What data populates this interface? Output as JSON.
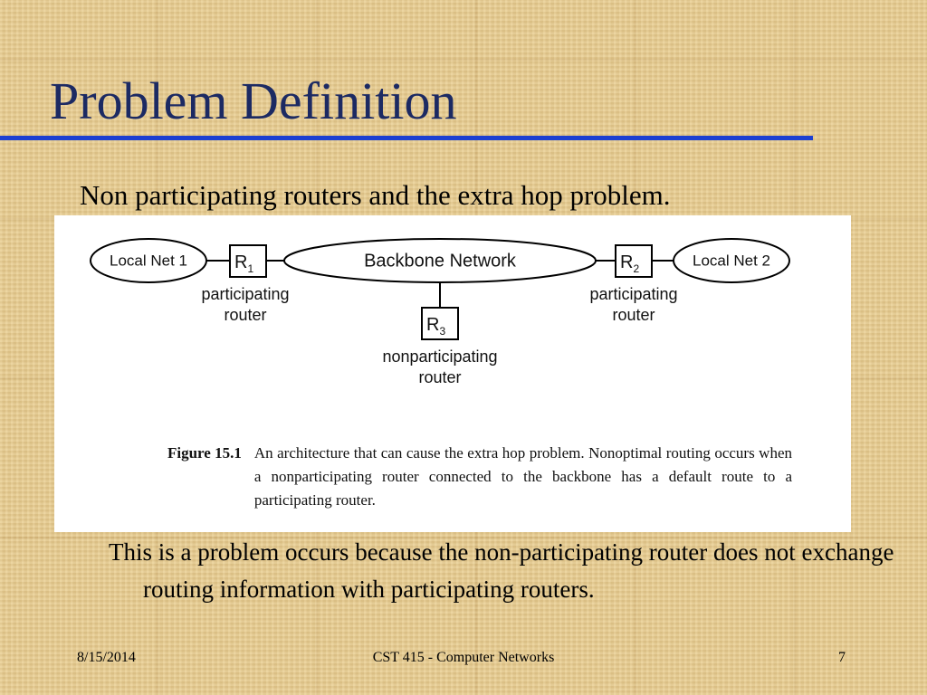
{
  "slide": {
    "title": "Problem Definition",
    "subheading": "Non participating routers and the extra hop problem.",
    "bullet": "This is a problem occurs because the non-participating router does not exchange routing information with participating routers."
  },
  "figure": {
    "local_net_1": "Local Net 1",
    "local_net_2": "Local Net 2",
    "backbone": "Backbone Network",
    "r1_letter": "R",
    "r1_sub": "1",
    "r2_letter": "R",
    "r2_sub": "2",
    "r3_letter": "R",
    "r3_sub": "3",
    "r1_label_line1": "participating",
    "r1_label_line2": "router",
    "r2_label_line1": "participating",
    "r2_label_line2": "router",
    "r3_label_line1": "nonparticipating",
    "r3_label_line2": "router",
    "caption_label": "Figure 15.1",
    "caption_text": "An architecture that can cause the extra hop problem. Nonoptimal routing occurs when a nonparticipating router connected to the backbone has a default route to a participating router."
  },
  "footer": {
    "date": "8/15/2014",
    "course": "CST 415 - Computer Networks",
    "page": "7"
  },
  "colors": {
    "title": "#1c2a63",
    "rule": "#1c3fd1",
    "background": "#e3c98f"
  }
}
